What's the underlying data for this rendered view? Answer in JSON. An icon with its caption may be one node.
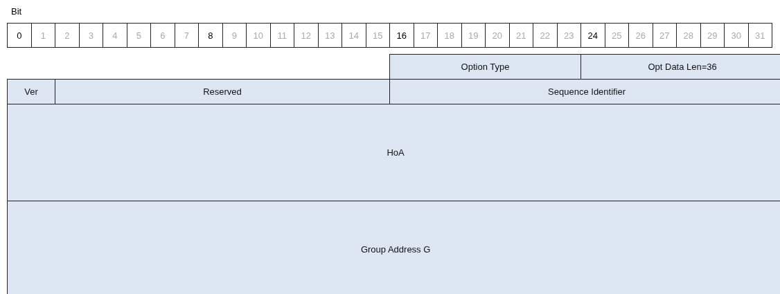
{
  "diagram": {
    "nodes": [
      {
        "text": [
          "Option Type"
        ]
      },
      {
        "text": [
          "Opt Data Len=36"
        ]
      },
      {
        "text": [
          "Ver"
        ]
      },
      {
        "text": [
          "Reserved"
        ]
      },
      {
        "text": [
          "Sequence Identifier"
        ]
      },
      {
        "text": [
          "HoA"
        ]
      },
      {
        "text": [
          "Group Address G"
        ]
      }
    ],
    "edges": [],
    "labels": [
      "Bit",
      "0",
      "1",
      "2",
      "3",
      "4",
      "5",
      "6",
      "7",
      "8",
      "9",
      "10",
      "11",
      "12",
      "13",
      "14",
      "15",
      "16",
      "17",
      "18",
      "19",
      "20",
      "21",
      "22",
      "23",
      "24",
      "25",
      "26",
      "27",
      "28",
      "29",
      "30",
      "31"
    ]
  }
}
